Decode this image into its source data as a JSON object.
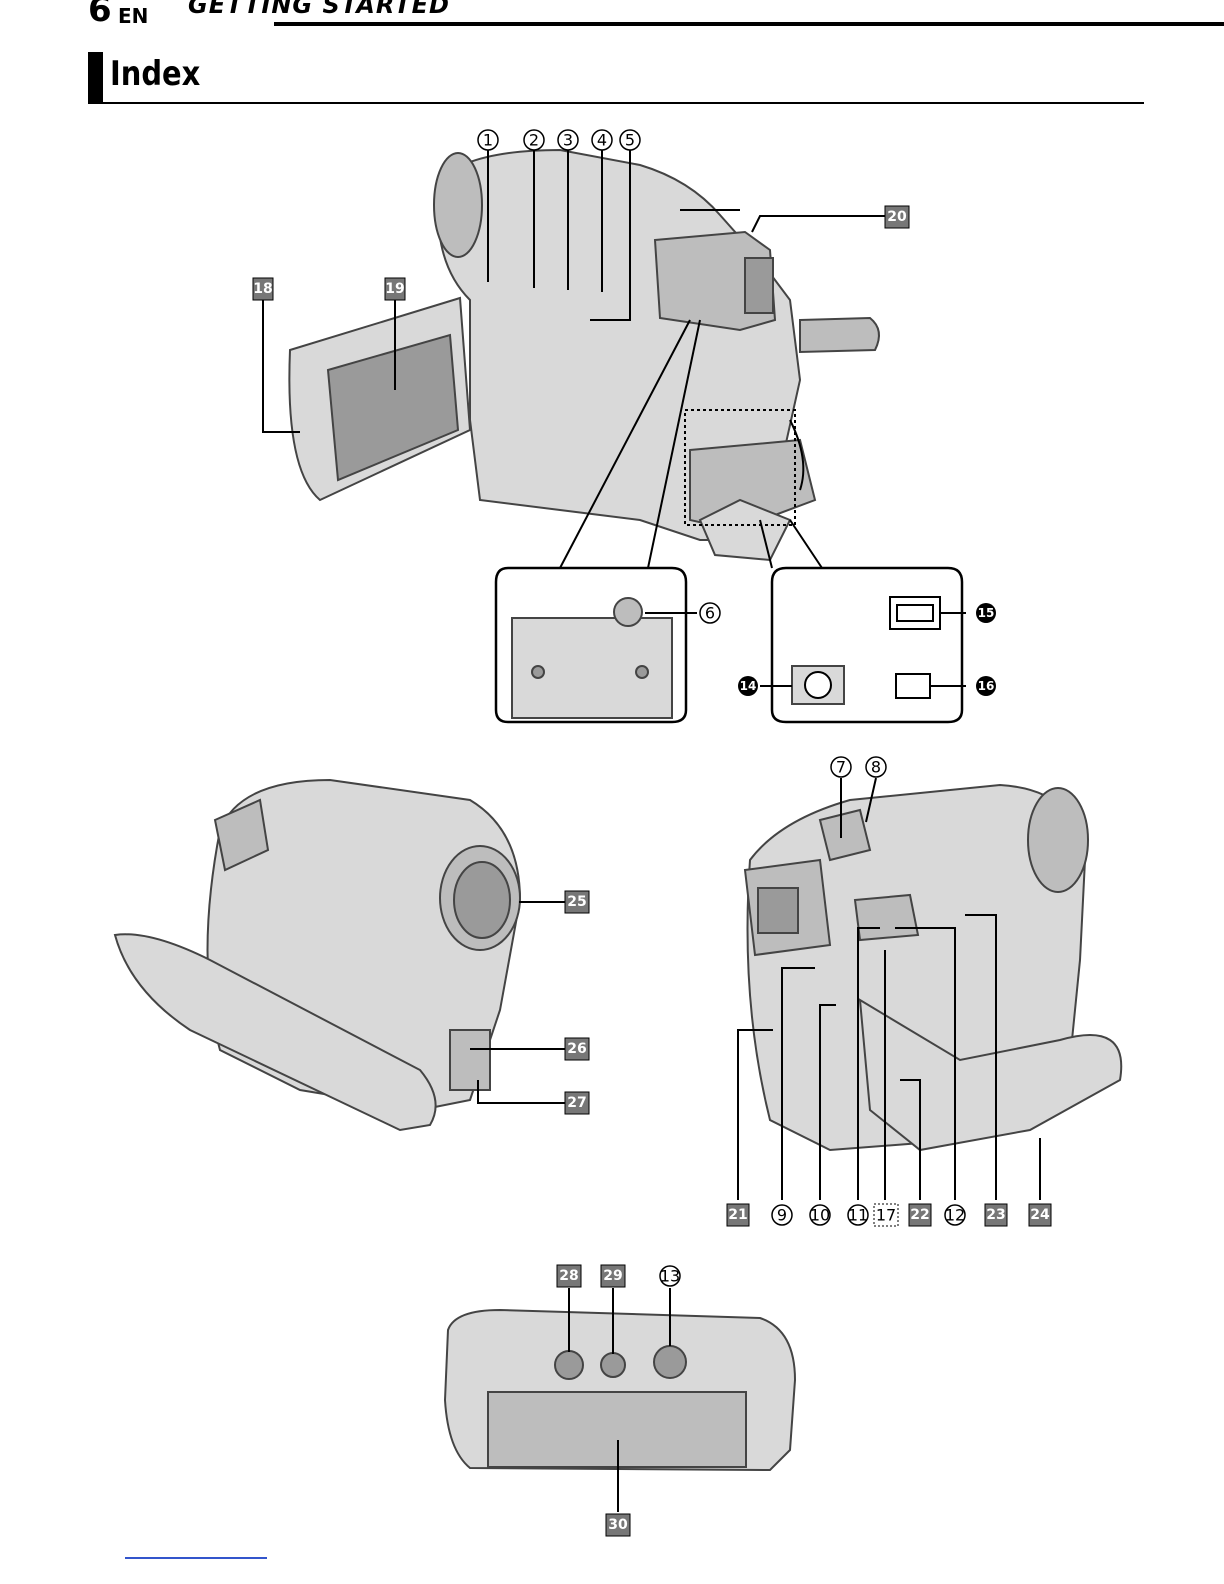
{
  "header": {
    "page_number": "6",
    "language": "EN",
    "section": "GETTING STARTED"
  },
  "title": "Index",
  "callouts": {
    "c1": "1",
    "c2": "2",
    "c3": "3",
    "c4": "4",
    "c5": "5",
    "c6": "6",
    "c7": "7",
    "c8": "8",
    "c9": "9",
    "c10": "10",
    "c11": "11",
    "c12": "12",
    "c13": "13",
    "c14": "14",
    "c15": "15",
    "c16": "16",
    "c17": "17",
    "c18": "18",
    "c19": "19",
    "c20": "20",
    "c21": "21",
    "c22": "22",
    "c23": "23",
    "c24": "24",
    "c25": "25",
    "c26": "26",
    "c27": "27",
    "c28": "28",
    "c29": "29",
    "c30": "30"
  },
  "colors": {
    "ink": "#000000",
    "camera_body": "#d9d9d9",
    "square_label": "#777777",
    "footer_link": "#3355cc"
  }
}
